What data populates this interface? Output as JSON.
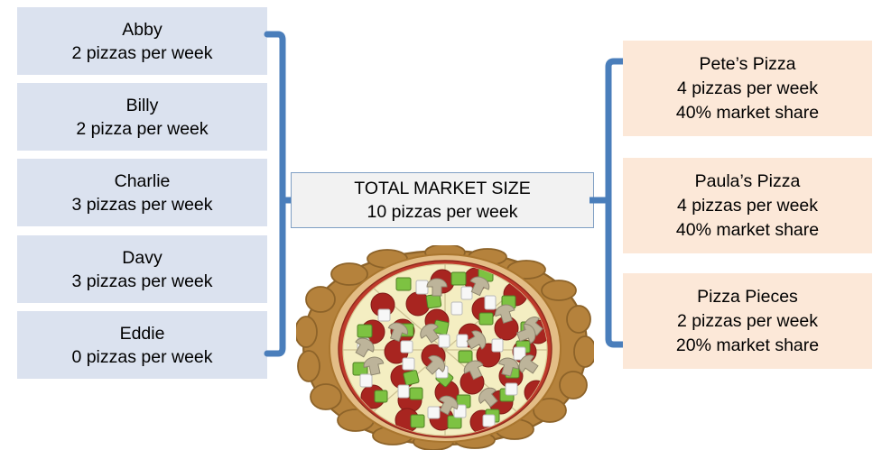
{
  "diagram": {
    "title": "Pizza market size and market share diagram",
    "colors": {
      "consumer_box_fill": "#dbe2ef",
      "supplier_box_fill": "#fce8d8",
      "total_box_fill": "#f2f2f2",
      "total_box_border": "#7f9fc4",
      "connector_blue": "#4a7ebb",
      "text": "#000000",
      "crust_outer": "#b5823c",
      "crust_inner": "#e3bd86",
      "sauce": "#be3a2b",
      "cheese": "#f4eec2",
      "pepperoni": "#a82520",
      "pepper_green": "#7dc242",
      "mushroom": "#bdb49a",
      "onion_white": "#f7f7f7"
    }
  },
  "consumers": [
    {
      "name": "Abby",
      "demand": "2 pizzas per week"
    },
    {
      "name": "Billy",
      "demand": "2 pizza per week"
    },
    {
      "name": "Charlie",
      "demand": "3 pizzas per week"
    },
    {
      "name": "Davy",
      "demand": "3 pizzas per week"
    },
    {
      "name": "Eddie",
      "demand": "0 pizzas per week"
    }
  ],
  "total": {
    "label": "TOTAL MARKET SIZE",
    "value": "10 pizzas per week"
  },
  "suppliers": [
    {
      "name": "Pete’s Pizza",
      "volume": "4 pizzas per week",
      "share": "40% market share"
    },
    {
      "name": "Paula’s Pizza",
      "volume": "4 pizzas per week",
      "share": "40% market share"
    },
    {
      "name": "Pizza Pieces",
      "volume": "2 pizzas per week",
      "share": "20% market share"
    }
  ],
  "chart_data": {
    "type": "table",
    "title": "Pizza market: demand by consumer and supply by vendor",
    "demand_side": {
      "categories": [
        "Abby",
        "Billy",
        "Charlie",
        "Davy",
        "Eddie"
      ],
      "values": [
        2,
        2,
        3,
        3,
        0
      ],
      "unit": "pizzas per week"
    },
    "supply_side": {
      "categories": [
        "Pete’s Pizza",
        "Paula’s Pizza",
        "Pizza Pieces"
      ],
      "values": [
        4,
        4,
        2
      ],
      "shares": [
        40,
        40,
        20
      ],
      "unit": "pizzas per week"
    },
    "total_market_size": 10
  }
}
